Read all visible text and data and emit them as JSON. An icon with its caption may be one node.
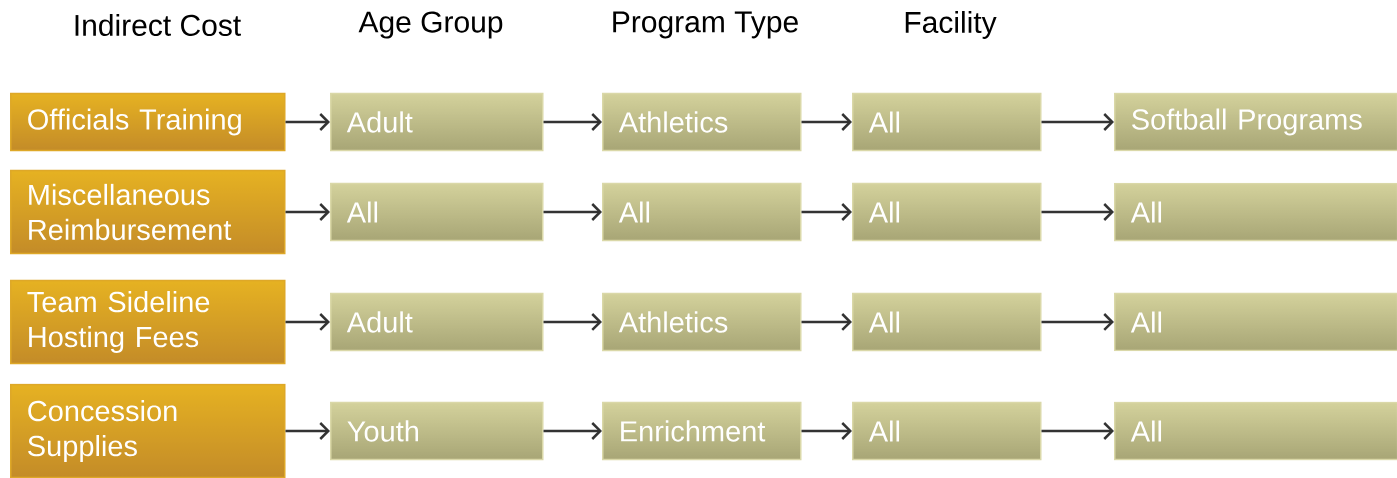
{
  "diagram": {
    "nodes": [
      {
        "text": [
          "Officials Training"
        ]
      },
      {
        "text": [
          "Adult"
        ]
      },
      {
        "text": [
          "Athletics"
        ]
      },
      {
        "text": [
          "All"
        ]
      },
      {
        "text": [
          "Softball Programs"
        ]
      },
      {
        "text": [
          "Miscellaneous Reimbursement"
        ]
      },
      {
        "text": [
          "All"
        ]
      },
      {
        "text": [
          "All"
        ]
      },
      {
        "text": [
          "All"
        ]
      },
      {
        "text": [
          "All"
        ]
      },
      {
        "text": [
          "Team Sideline Hosting Fees"
        ]
      },
      {
        "text": [
          "Adult"
        ]
      },
      {
        "text": [
          "Athletics"
        ]
      },
      {
        "text": [
          "All"
        ]
      },
      {
        "text": [
          "All"
        ]
      },
      {
        "text": [
          "Concession Supplies"
        ]
      },
      {
        "text": [
          "Youth"
        ]
      },
      {
        "text": [
          "Enrichment"
        ]
      },
      {
        "text": [
          "All"
        ]
      },
      {
        "text": [
          "All"
        ]
      }
    ],
    "edges": [
      {
        "from": 0,
        "to": 1,
        "arrow": "to"
      },
      {
        "from": 1,
        "to": 2,
        "arrow": "to"
      },
      {
        "from": 2,
        "to": 3,
        "arrow": "to"
      },
      {
        "from": 3,
        "to": 4,
        "arrow": "to"
      },
      {
        "from": 5,
        "to": 6,
        "arrow": "to"
      },
      {
        "from": 6,
        "to": 7,
        "arrow": "to"
      },
      {
        "from": 7,
        "to": 8,
        "arrow": "to"
      },
      {
        "from": 8,
        "to": 9,
        "arrow": "to"
      },
      {
        "from": 10,
        "to": 11,
        "arrow": "to"
      },
      {
        "from": 11,
        "to": 12,
        "arrow": "to"
      },
      {
        "from": 12,
        "to": 13,
        "arrow": "to"
      },
      {
        "from": 13,
        "to": 14,
        "arrow": "to"
      },
      {
        "from": 15,
        "to": 16,
        "arrow": "to"
      },
      {
        "from": 16,
        "to": 17,
        "arrow": "to"
      },
      {
        "from": 17,
        "to": 18,
        "arrow": "to"
      },
      {
        "from": 18,
        "to": 19,
        "arrow": "to"
      }
    ],
    "labels": [
      "Indirect Cost",
      "Age Group",
      "Program Type",
      "Facility"
    ]
  }
}
